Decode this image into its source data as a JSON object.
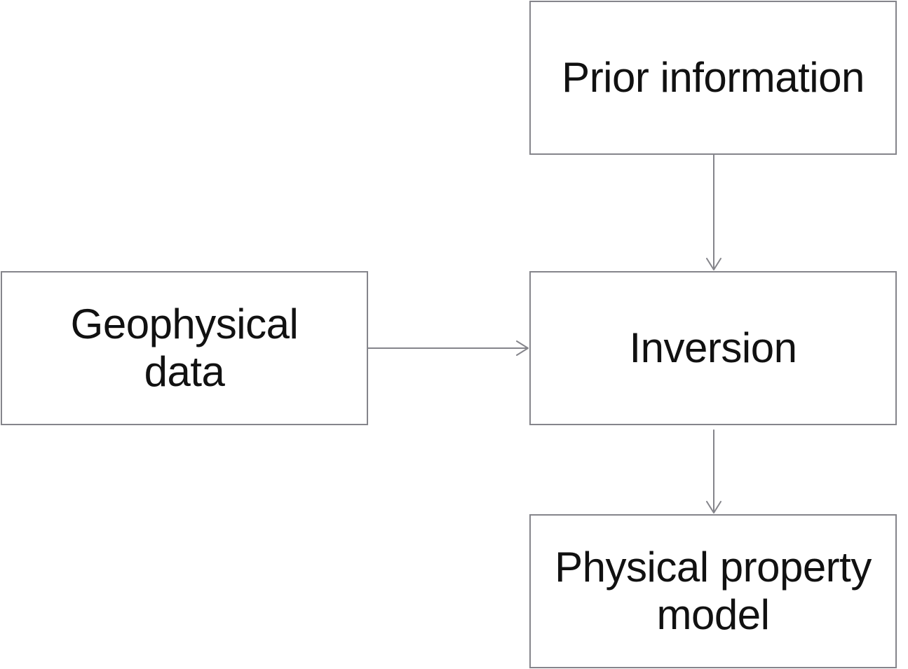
{
  "diagram": {
    "colors": {
      "border": "#85858b",
      "arrow": "#85858b",
      "text": "#111111",
      "background": "#ffffff"
    },
    "nodes": {
      "prior_information": {
        "label": "Prior information"
      },
      "geophysical_data": {
        "label": "Geophysical\ndata"
      },
      "inversion": {
        "label": "Inversion"
      },
      "physical_property_model": {
        "label": "Physical property\nmodel"
      }
    },
    "edges": [
      {
        "from": "prior_information",
        "to": "inversion"
      },
      {
        "from": "geophysical_data",
        "to": "inversion"
      },
      {
        "from": "inversion",
        "to": "physical_property_model"
      }
    ]
  }
}
